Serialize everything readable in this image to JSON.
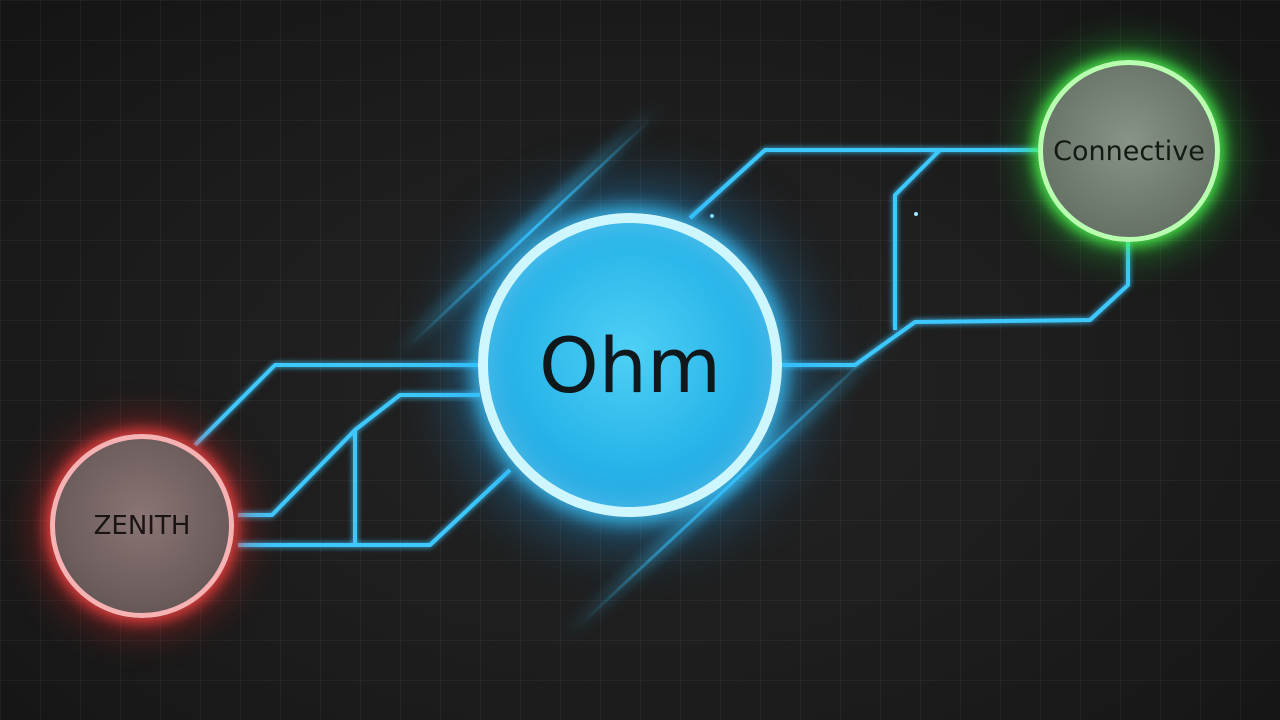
{
  "diagram": {
    "nodes": {
      "center": {
        "label": "Ohm",
        "color": "#27b4e9"
      },
      "left": {
        "label": "ZENITH",
        "color": "#ff4646"
      },
      "right": {
        "label": "Connective",
        "color": "#3cff3c"
      }
    },
    "wire_color": "#3cc8ff"
  }
}
